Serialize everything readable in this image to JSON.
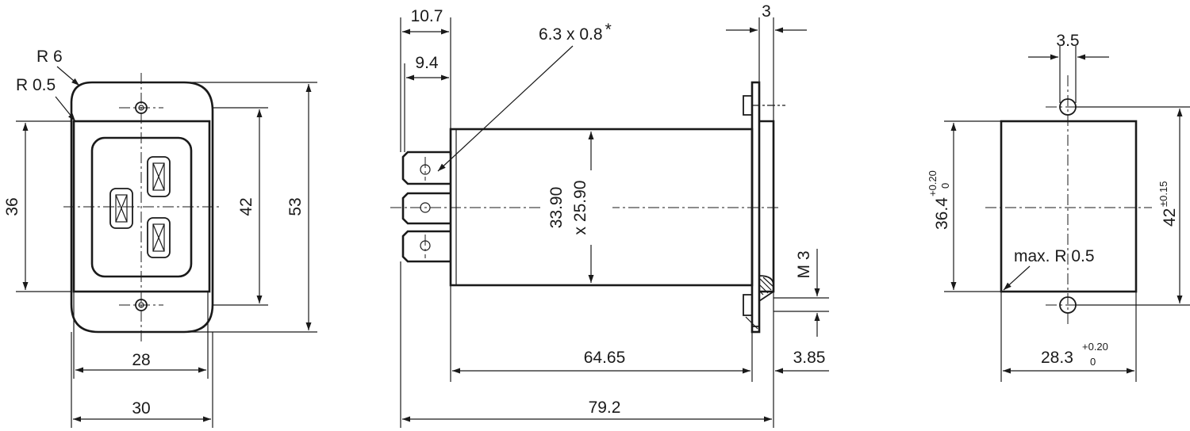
{
  "front_view": {
    "radius_outer": "R 6",
    "radius_inner": "R 0.5",
    "dim_height_inner": "36",
    "dim_hole_spacing": "42",
    "dim_height_outer": "53",
    "dim_width_inner": "28",
    "dim_width_outer": "30"
  },
  "side_view": {
    "dim_tab_outer": "10.7",
    "dim_tab_inner": "9.4",
    "tab_size": "6.3 x 0.8",
    "tab_note_mark": "*",
    "body_height_a": "33.90",
    "body_height_b": "x 25.90",
    "flange_thickness": "3",
    "screw_size": "M 3",
    "dim_body_length": "64.65",
    "dim_flange_offset": "3.85",
    "dim_total_length": "79.2"
  },
  "cutout_view": {
    "dim_hole_dia": "3.5",
    "dim_height_value": "36.4",
    "dim_height_tol_upper": "+0.20",
    "dim_height_tol_lower": "0",
    "dim_hole_spacing_value": "42",
    "dim_hole_spacing_tol": "±0.15",
    "corner_radius": "max. R 0.5",
    "dim_width_value": "28.3",
    "dim_width_tol_upper": "+0.20",
    "dim_width_tol_lower": "0"
  }
}
